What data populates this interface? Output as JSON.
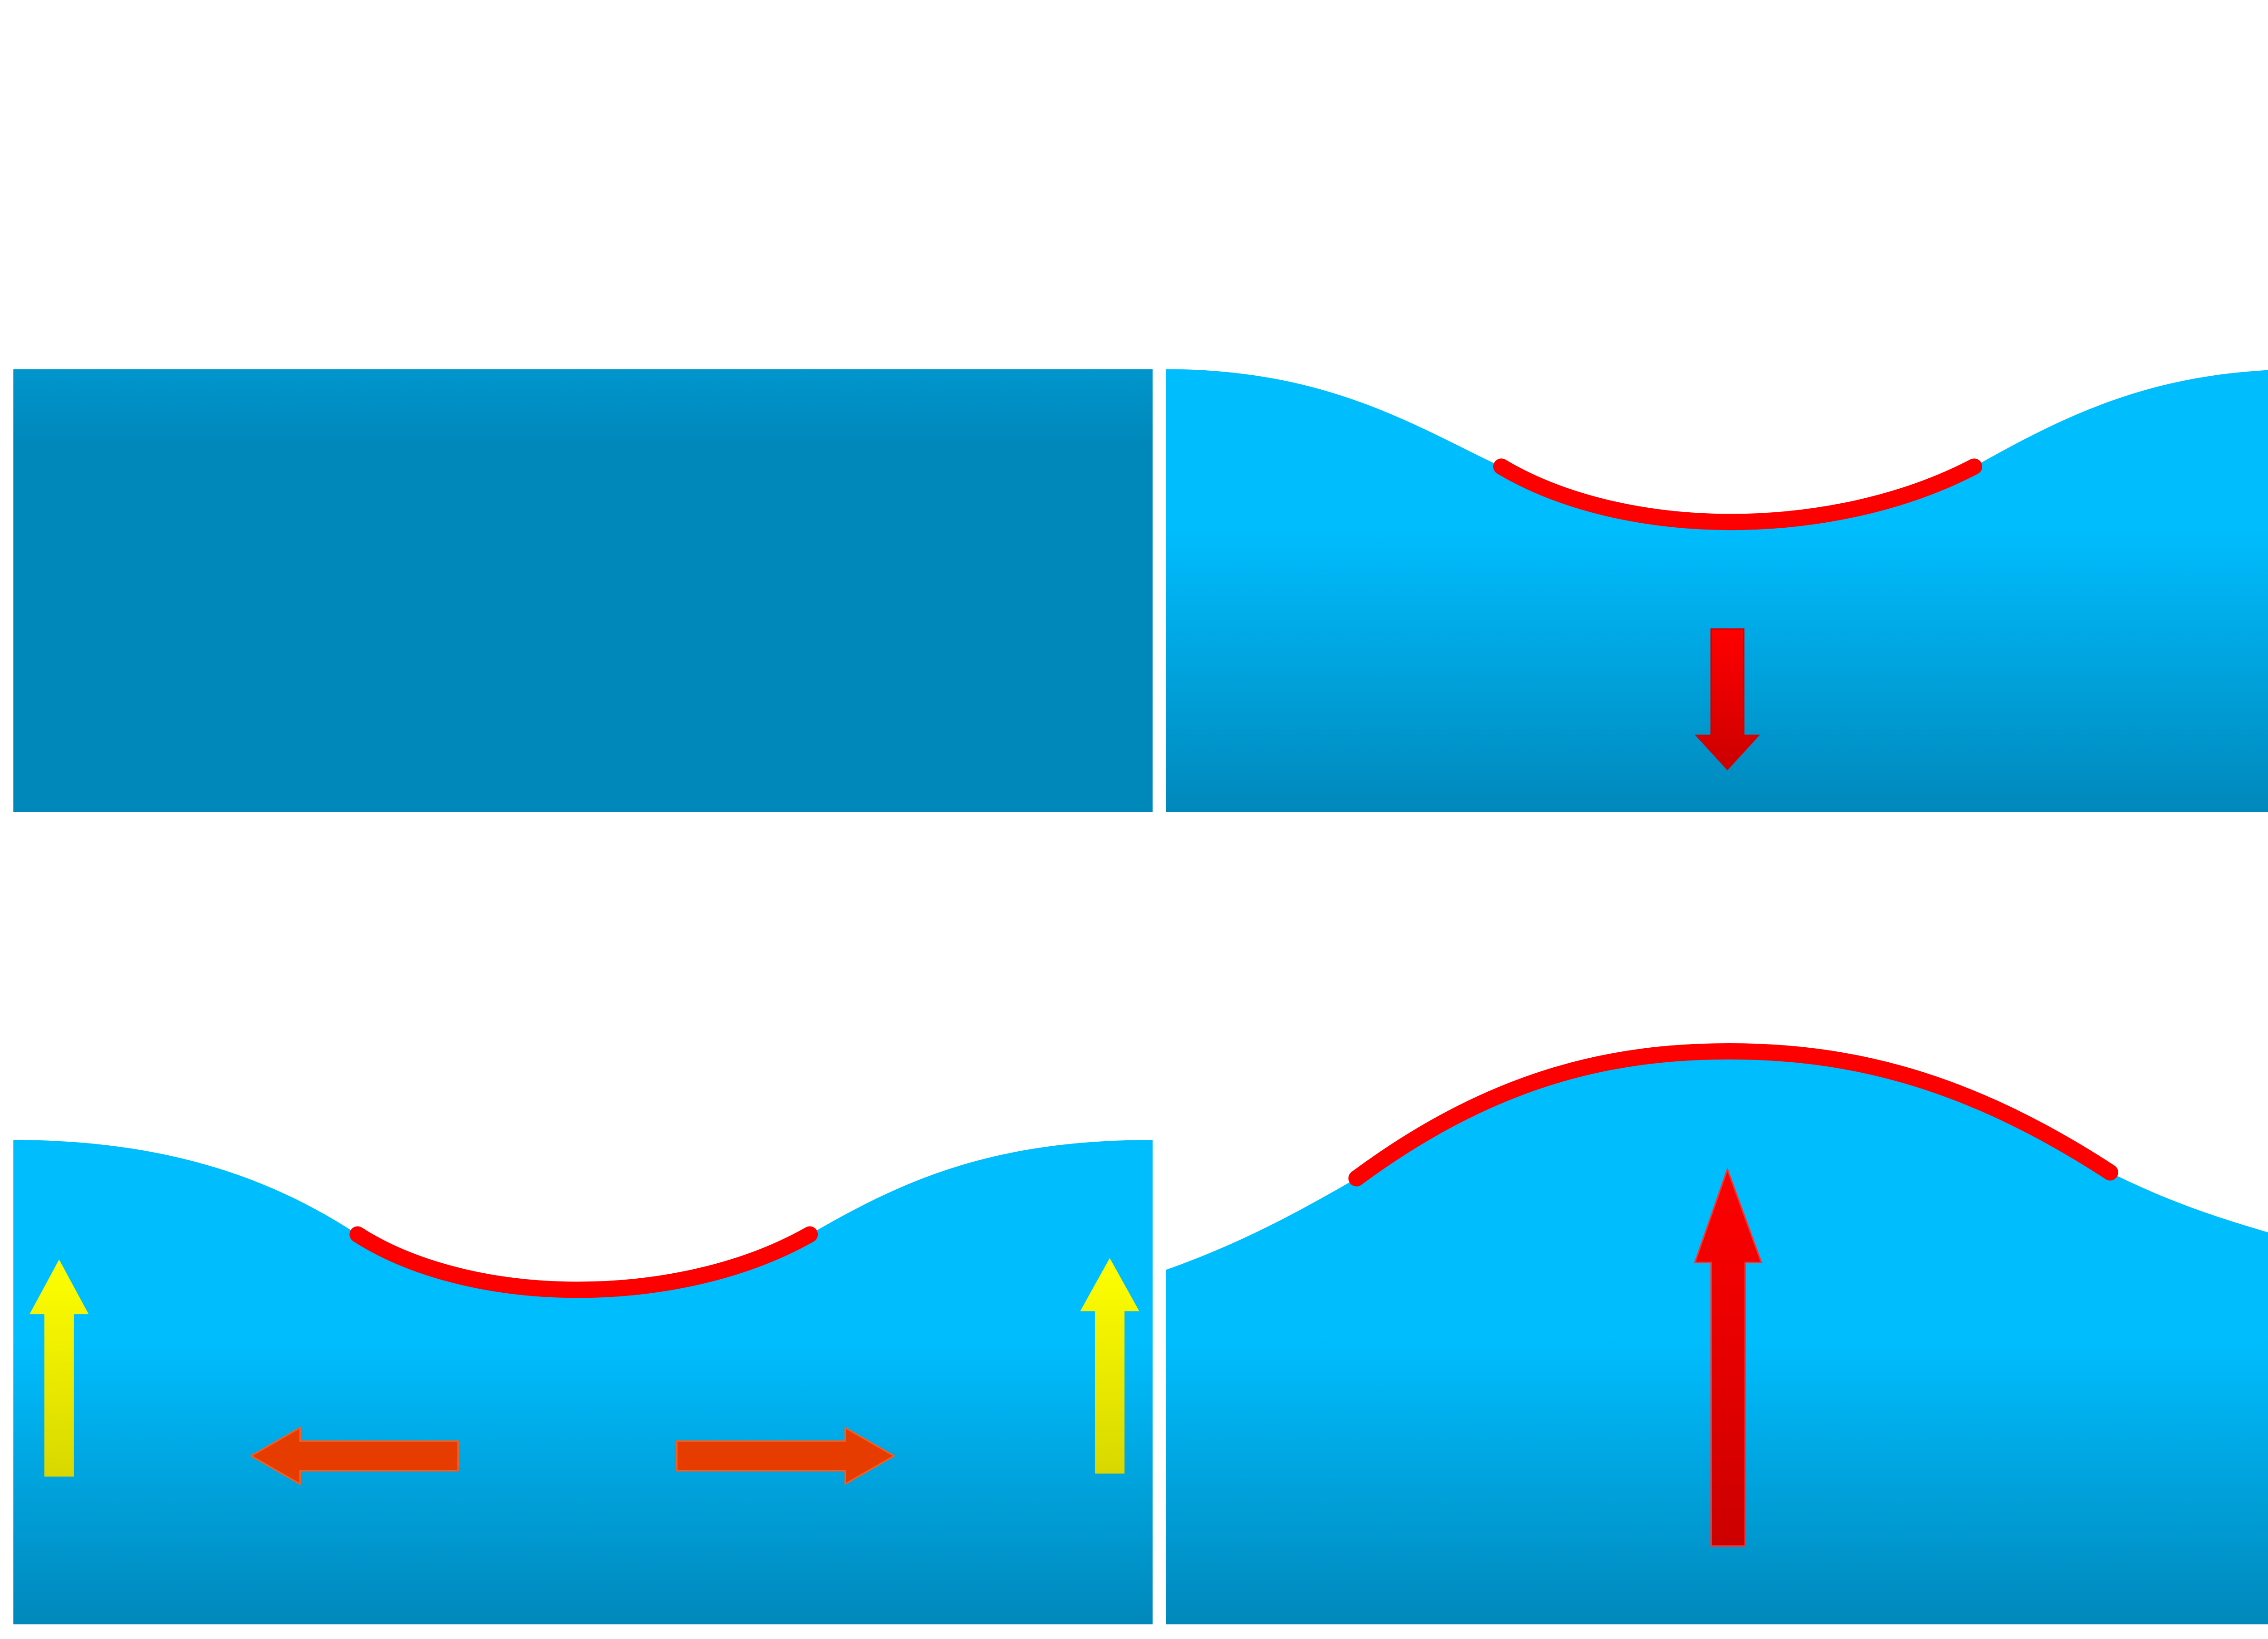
{
  "colors": {
    "background": "#ffffff",
    "water_top": "#00bdfe",
    "water_bottom": "#0088bb",
    "surface_highlight": "#ff0000",
    "force_arrow": "#ff0000",
    "force_arrow_dark": "#cc0000",
    "horizontal_flow_arrow": "#e63c00",
    "upward_flow_arrow_top": "#ffff00",
    "upward_flow_arrow_bottom": "#d8d800"
  },
  "panels": [
    {
      "id": "flat-water",
      "surface_shape": "flat",
      "arrows": []
    },
    {
      "id": "trough-down-force",
      "surface_shape": "trough",
      "arrows": [
        "down-force-arrow"
      ]
    },
    {
      "id": "trough-side-flow",
      "surface_shape": "trough",
      "arrows": [
        "left-flow-arrow",
        "right-flow-arrow",
        "left-up-arrow",
        "right-up-arrow"
      ]
    },
    {
      "id": "crest-up-force",
      "surface_shape": "crest",
      "arrows": [
        "up-force-arrow"
      ]
    }
  ]
}
